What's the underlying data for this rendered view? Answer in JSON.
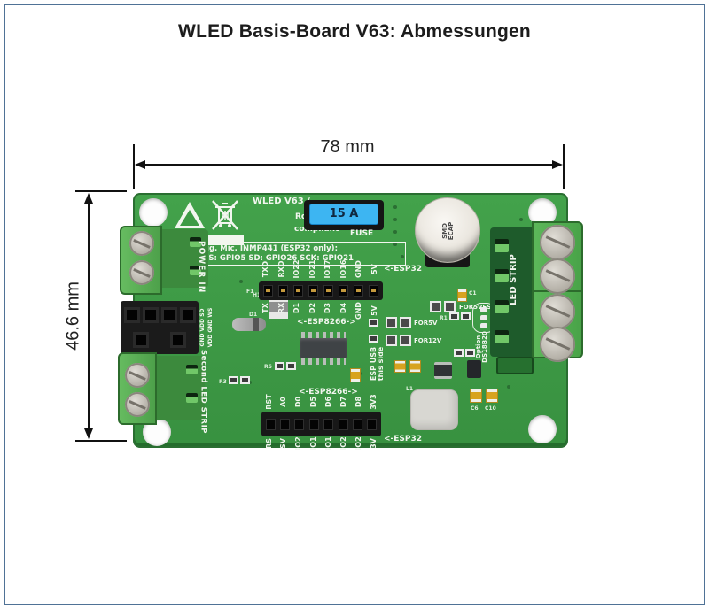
{
  "page": {
    "title": "WLED Basis-Board V63: Abmessungen"
  },
  "colors": {
    "frame_border": "#4f7296",
    "pcb_green": "#3d9b45",
    "terminal_green": "#55ab4f",
    "fuse_blue": "#3db5f2",
    "silkscreen_white": "#f2f6ef"
  },
  "dimensions": {
    "width_label": "78 mm",
    "height_label": "46.6 mm"
  },
  "silkscreen": {
    "version": "WLED V63 /",
    "rohs1": "RoHS",
    "rohs2": "compliant",
    "fuse_label": "FUSE",
    "fuse_value": "15 A",
    "cap1": "SMD",
    "cap2": "ECAP",
    "mic_note1": "Dig. Mic. INMP441 (ESP32 only):",
    "mic_note2": "WS: GPIO5  SD: GPIO26  SCK: GPIO21",
    "power_in": "POWER IN",
    "second_led_strip": "Second LED STRIP",
    "led_strip": "LED STRIP",
    "option1": "Option",
    "option2": "DS18B20",
    "esp_usb1": "ESP  USB",
    "esp_usb2": "this side",
    "mic_col1": "GND VDD SD",
    "mic_col2": "VDD GND WS",
    "jumper1": "FOR5VESP",
    "jumper2": "FOR5V",
    "jumper3": "FOR12V",
    "ref_f1": "F1",
    "ref_d1": "D1",
    "ref_h1": "H1",
    "ref_r6": "R6",
    "ref_r3": "R3",
    "ref_r1": "R1",
    "ref_c1": "C1",
    "ref_l1": "L1",
    "ref_c6": "C6",
    "ref_c10": "C10"
  },
  "headers": {
    "top": {
      "esp32": [
        "TXD",
        "RXD",
        "IO22",
        "IO21",
        "IO17",
        "IO16",
        "GND",
        "5V"
      ],
      "esp32_arrow": "<-ESP32",
      "esp8266": [
        "TX",
        "RX",
        "D1",
        "D2",
        "D3",
        "D4",
        "GND",
        "5V"
      ],
      "esp8266_arrow": "<-ESP8266->"
    },
    "bottom": {
      "esp8266": [
        "RST",
        "A0",
        "D0",
        "D5",
        "D6",
        "D7",
        "D8",
        "3V3"
      ],
      "esp8266_arrow": "<-ESP8266->",
      "esp32": [
        "RS",
        "SV",
        "IO2",
        "IO1",
        "IO1",
        "IO2",
        "IO2",
        "3V"
      ],
      "esp32_arrow": "<-ESP32"
    }
  }
}
